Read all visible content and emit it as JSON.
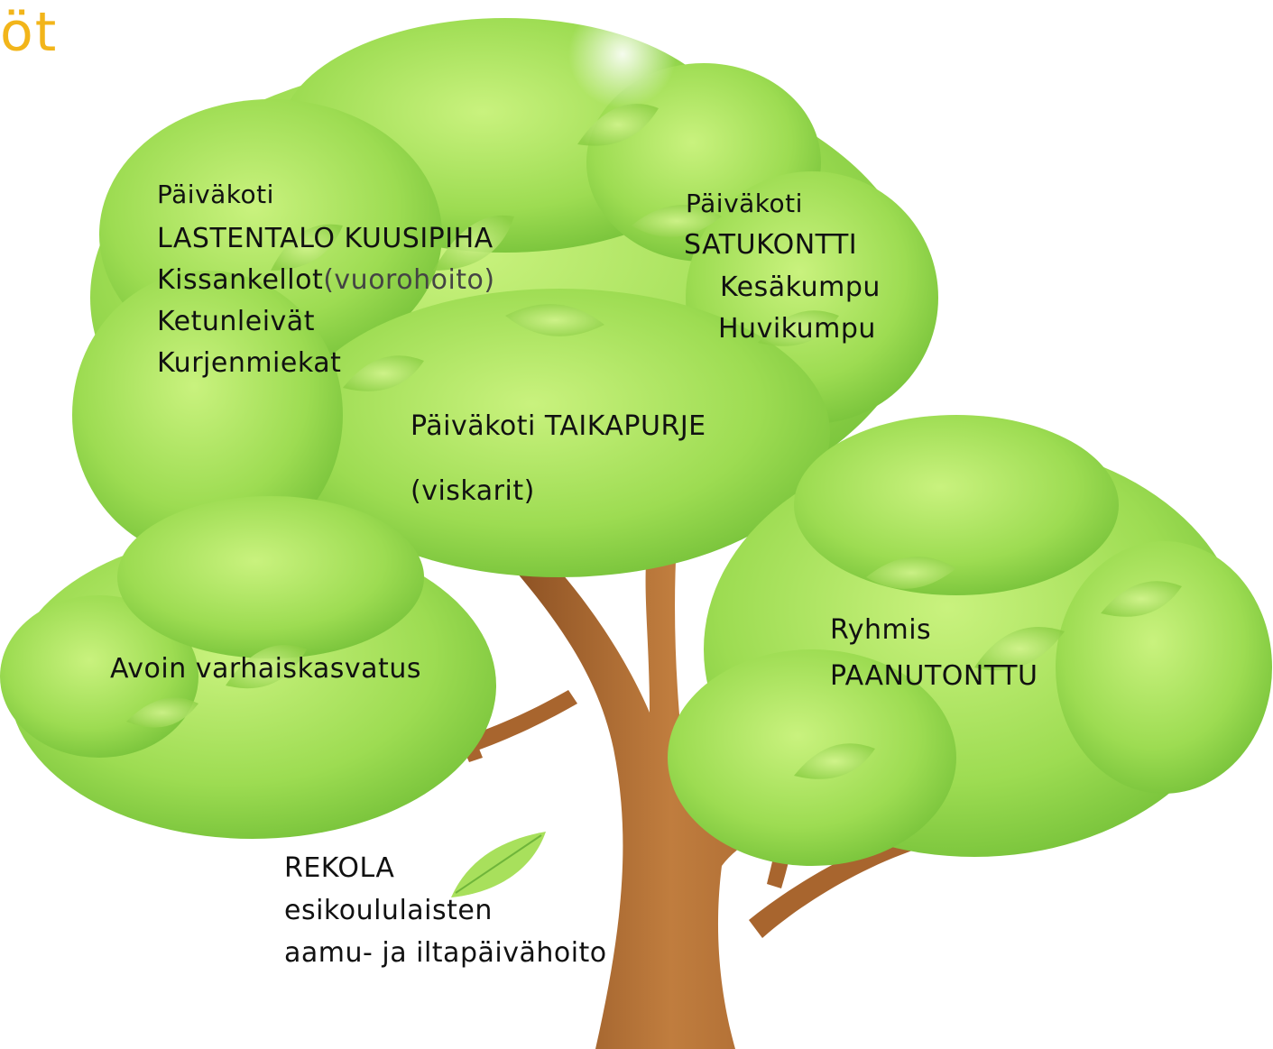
{
  "title_fragment": "öt",
  "groups": {
    "kuusipiha": {
      "type": "Päiväkoti",
      "name": "LASTENTALO KUUSIPIHA",
      "units": [
        {
          "name": "Kissankellot",
          "note": "(vuorohoito)"
        },
        {
          "name": "Ketunleivät"
        },
        {
          "name": "Kurjenmiekat"
        }
      ]
    },
    "satukontti": {
      "type": "Päiväkoti",
      "name": "SATUKONTTI",
      "units": [
        "Kesäkumpu",
        "Huvikumpu"
      ]
    },
    "taikapurje": {
      "name": "Päiväkoti TAIKAPURJE",
      "note": "(viskarit)"
    },
    "avoin": {
      "name": "Avoin varhaiskasvatus"
    },
    "ryhmis": {
      "type": "Ryhmis",
      "name": "PAANUTONTTU"
    },
    "rekola": {
      "name": "REKOLA",
      "line1": "esikoululaisten",
      "line2": "aamu- ja iltapäivähoito"
    }
  },
  "colors": {
    "leaf_light": "#b8ec6a",
    "leaf_mid": "#8fd444",
    "leaf_dark": "#5fae2c",
    "trunk": "#b8733a",
    "trunk_dark": "#8a4f22",
    "title": "#f2b51a"
  }
}
